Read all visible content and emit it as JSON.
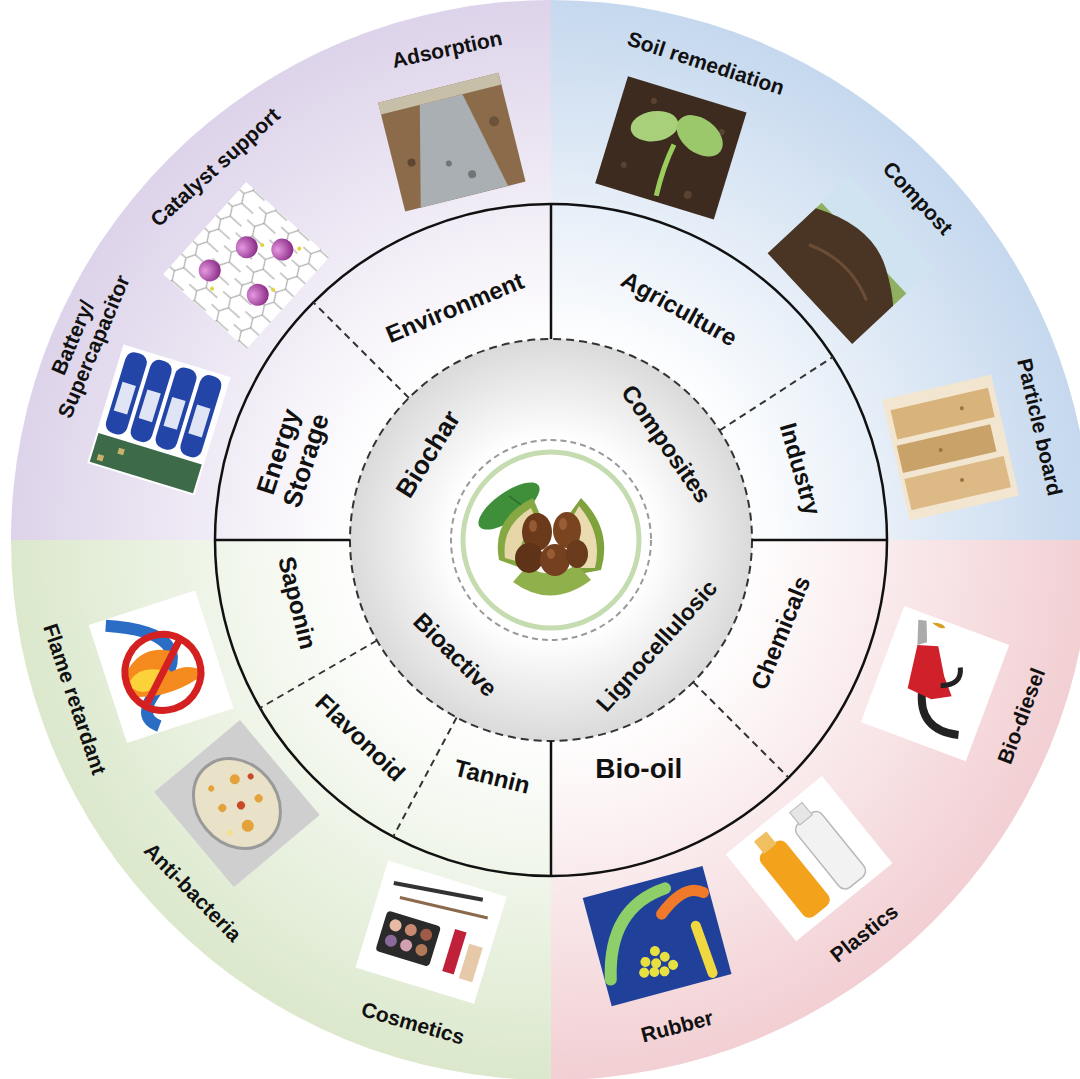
{
  "diagram": {
    "labels": [
      "Biochar",
      "Composites",
      "Lignocellulosic",
      "Bioactive",
      "Environment",
      "Agriculture",
      "Industry",
      "Chemicals",
      "Bio-oil",
      "Tannin",
      "Flavonoid",
      "Saponin",
      "Energy Storage",
      "Adsorption",
      "Soil remediation",
      "Compost",
      "Particle board",
      "Bio-diesel",
      "Plastics",
      "Rubber",
      "Cosmetics",
      "Anti-bacteria",
      "Flame retardant",
      "Battery/ Supercapacitor",
      "Catalyst support"
    ]
  }
}
